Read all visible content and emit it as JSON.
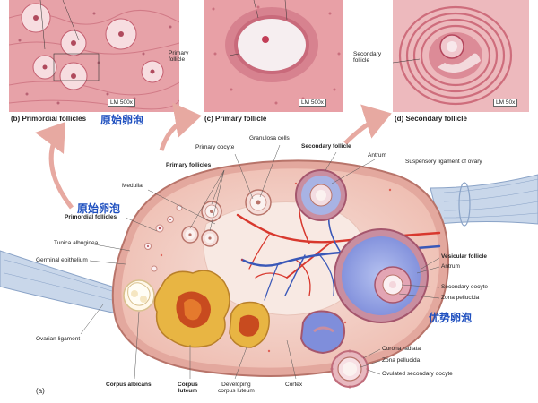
{
  "micrographs": {
    "b": {
      "caption": "(b) Primordial follicles",
      "cn_label": "原始卵泡",
      "scale": "LM 500x"
    },
    "c": {
      "caption": "(c) Primary follicle",
      "scale": "LM 500x",
      "inset_label_1": "Primary",
      "inset_label_2": "follicle"
    },
    "d": {
      "caption": "(d) Secondary follicle",
      "scale": "LM 50x",
      "inset_label_1": "Secondary",
      "inset_label_2": "follicle"
    }
  },
  "diagram": {
    "panel_label": "(a)",
    "cn_primordial": "原始卵泡",
    "cn_dominant": "优势卵泡",
    "labels": {
      "gran": "Granulosa cells",
      "poocyte": "Primary oocyte",
      "pfoll": "Primary follicles",
      "sfoll": "Secondary follicle",
      "antrum1": "Antrum",
      "suspens": "Suspensory ligament of ovary",
      "medulla": "Medulla",
      "primordial": "Primordial follicles",
      "tunica": "Tunica albuginea",
      "germ": "Germinal epithelium",
      "ovlig": "Ovarian ligament",
      "vesic": "Vesicular follicle",
      "antrum2": "Antrum",
      "socyte": "Secondary oocyte",
      "zona1": "Zona pellucida",
      "corona": "Corona radiata",
      "zona2": "Zona pellucida",
      "ovulated": "Ovulated secondary oocyte",
      "calb": "Corpus albicans",
      "corpus_l1": "Corpus",
      "corpus_l2": "luteum",
      "devel_1": "Developing",
      "devel_2": "corpus luteum",
      "cortex": "Cortex"
    }
  },
  "colors": {
    "accent_cn": "#1e4fbf",
    "tissue_pink": "#e9a7ad",
    "ovary_fill": "#f3d2c8",
    "medulla_fill": "#f6e2dc",
    "artery": "#d8382e",
    "vein": "#3a58b8",
    "corpus_luteum": "#e8b543",
    "ligament": "#c9d7ea"
  }
}
